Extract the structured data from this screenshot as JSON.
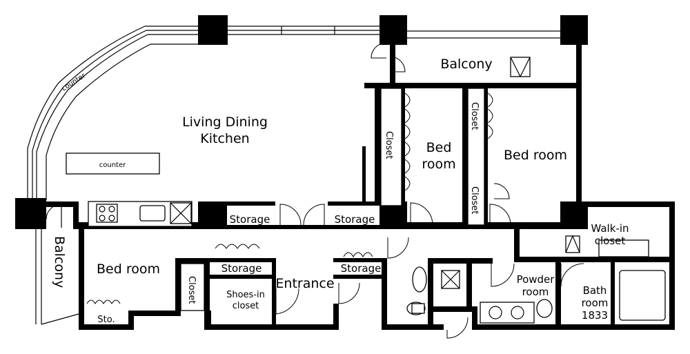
{
  "rooms": {
    "ldk_line1": "Living Dining",
    "ldk_line2": "Kitchen",
    "counter_curved": "counter",
    "counter_island": "counter",
    "balcony_top": "Balcony",
    "balcony_left": "Balcony",
    "bedroom_center_line1": "Bed",
    "bedroom_center_line2": "room",
    "bedroom_right": "Bed room",
    "bedroom_left": "Bed room",
    "closet_v1": "Closet",
    "closet_v2": "Closet",
    "closet_v3": "Closet",
    "closet_left": "Closet",
    "storage_1": "Storage",
    "storage_2": "Storage",
    "storage_3": "Storage",
    "storage_4": "Storage",
    "entrance": "Entrance",
    "shoes_line1": "Shoes-in",
    "shoes_line2": "closet",
    "sto": "Sto.",
    "walkin_line1": "Walk-in",
    "walkin_line2": "closet",
    "powder_line1": "Powder",
    "powder_line2": "room",
    "bath_line1": "Bath",
    "bath_line2": "room",
    "bath_line3": "1833"
  }
}
